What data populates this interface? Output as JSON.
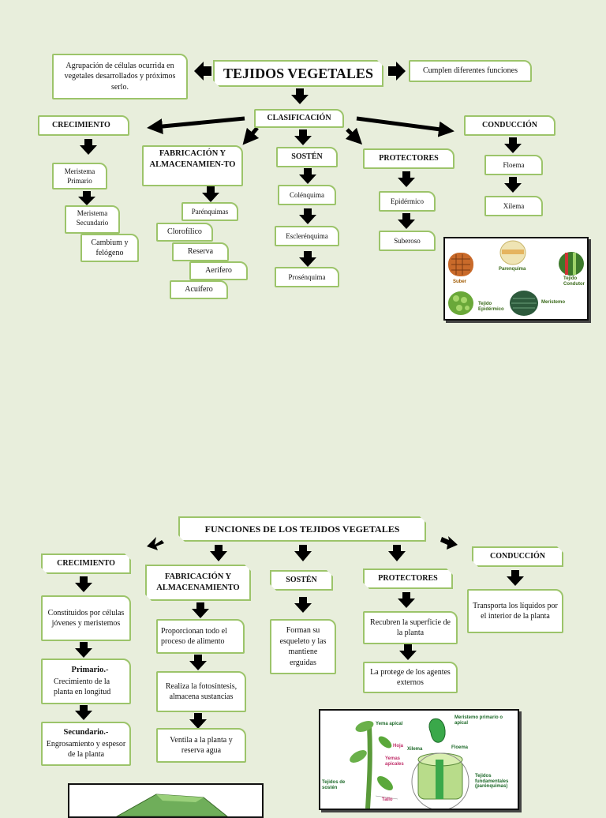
{
  "map1": {
    "title": "TEJIDOS VEGETALES",
    "left_note": "Agrupación de células ocurrida en vegetales desarrollados y próximos serlo.",
    "right_note": "Cumplen diferentes funciones",
    "classification": "CLASIFICACIÓN",
    "crecimiento": {
      "label": "CRECIMIENTO",
      "items": [
        "Meristema Primario",
        "Meristema Secundario",
        "Cambium y felógeno"
      ]
    },
    "fabricacion": {
      "label": "FABRICACIÓN Y ALMACENAMIEN-TO",
      "items": [
        "Parénquimas",
        "Clorofílico",
        "Reserva",
        "Aerífero",
        "Acuífero"
      ]
    },
    "sosten": {
      "label": "SOSTÉN",
      "items": [
        "Colénquima",
        "Esclerénquima",
        "Prosénquima"
      ]
    },
    "protectores": {
      "label": "PROTECTORES",
      "items": [
        "Epidérmico",
        "Suberoso"
      ]
    },
    "conduccion": {
      "label": "CONDUCCIÓN",
      "items": [
        "Floema",
        "Xilema"
      ]
    },
    "image_labels": [
      "Suber",
      "Parenquima",
      "Tejido Condutor",
      "Tejido Epidérmico",
      "Meristemo"
    ]
  },
  "map2": {
    "title": "FUNCIONES DE LOS TEJIDOS VEGETALES",
    "crecimiento": {
      "label": "CRECIMIENTO",
      "desc": "Constituidos por células jóvenes y meristemos",
      "primario_title": "Primario.-",
      "primario_text": "Crecimiento de la planta en longitud",
      "secundario_title": "Secundario.-",
      "secundario_text": "Engrosamiento y espesor de la planta"
    },
    "fabricacion": {
      "label": "FABRICACIÓN Y ALMACENAMIENTO",
      "items": [
        "Proporcionan todo el proceso de alimento",
        "Realiza la fotosíntesis, almacena sustancias",
        "Ventila a la planta y reserva agua"
      ]
    },
    "sosten": {
      "label": "SOSTÉN",
      "desc": "Forman su esqueleto y las mantiene erguidas"
    },
    "protectores": {
      "label": "PROTECTORES",
      "items": [
        "Recubren la superficie de la planta",
        "La protege de los agentes externos"
      ]
    },
    "conduccion": {
      "label": "CONDUCCIÓN",
      "desc": "Transporta los líquidos por el interior de la planta"
    },
    "image_labels": [
      "Yema apical",
      "Meristemo primario o apical",
      "Hoja",
      "Xilema",
      "Floema",
      "Yemas apicales",
      "Tejidos de sostén",
      "Tejidos fundamentales (parénquimas)",
      "Tallo"
    ]
  },
  "colors": {
    "background": "#e8eedc",
    "box_border": "#9cc46a",
    "arrow": "#000000"
  }
}
